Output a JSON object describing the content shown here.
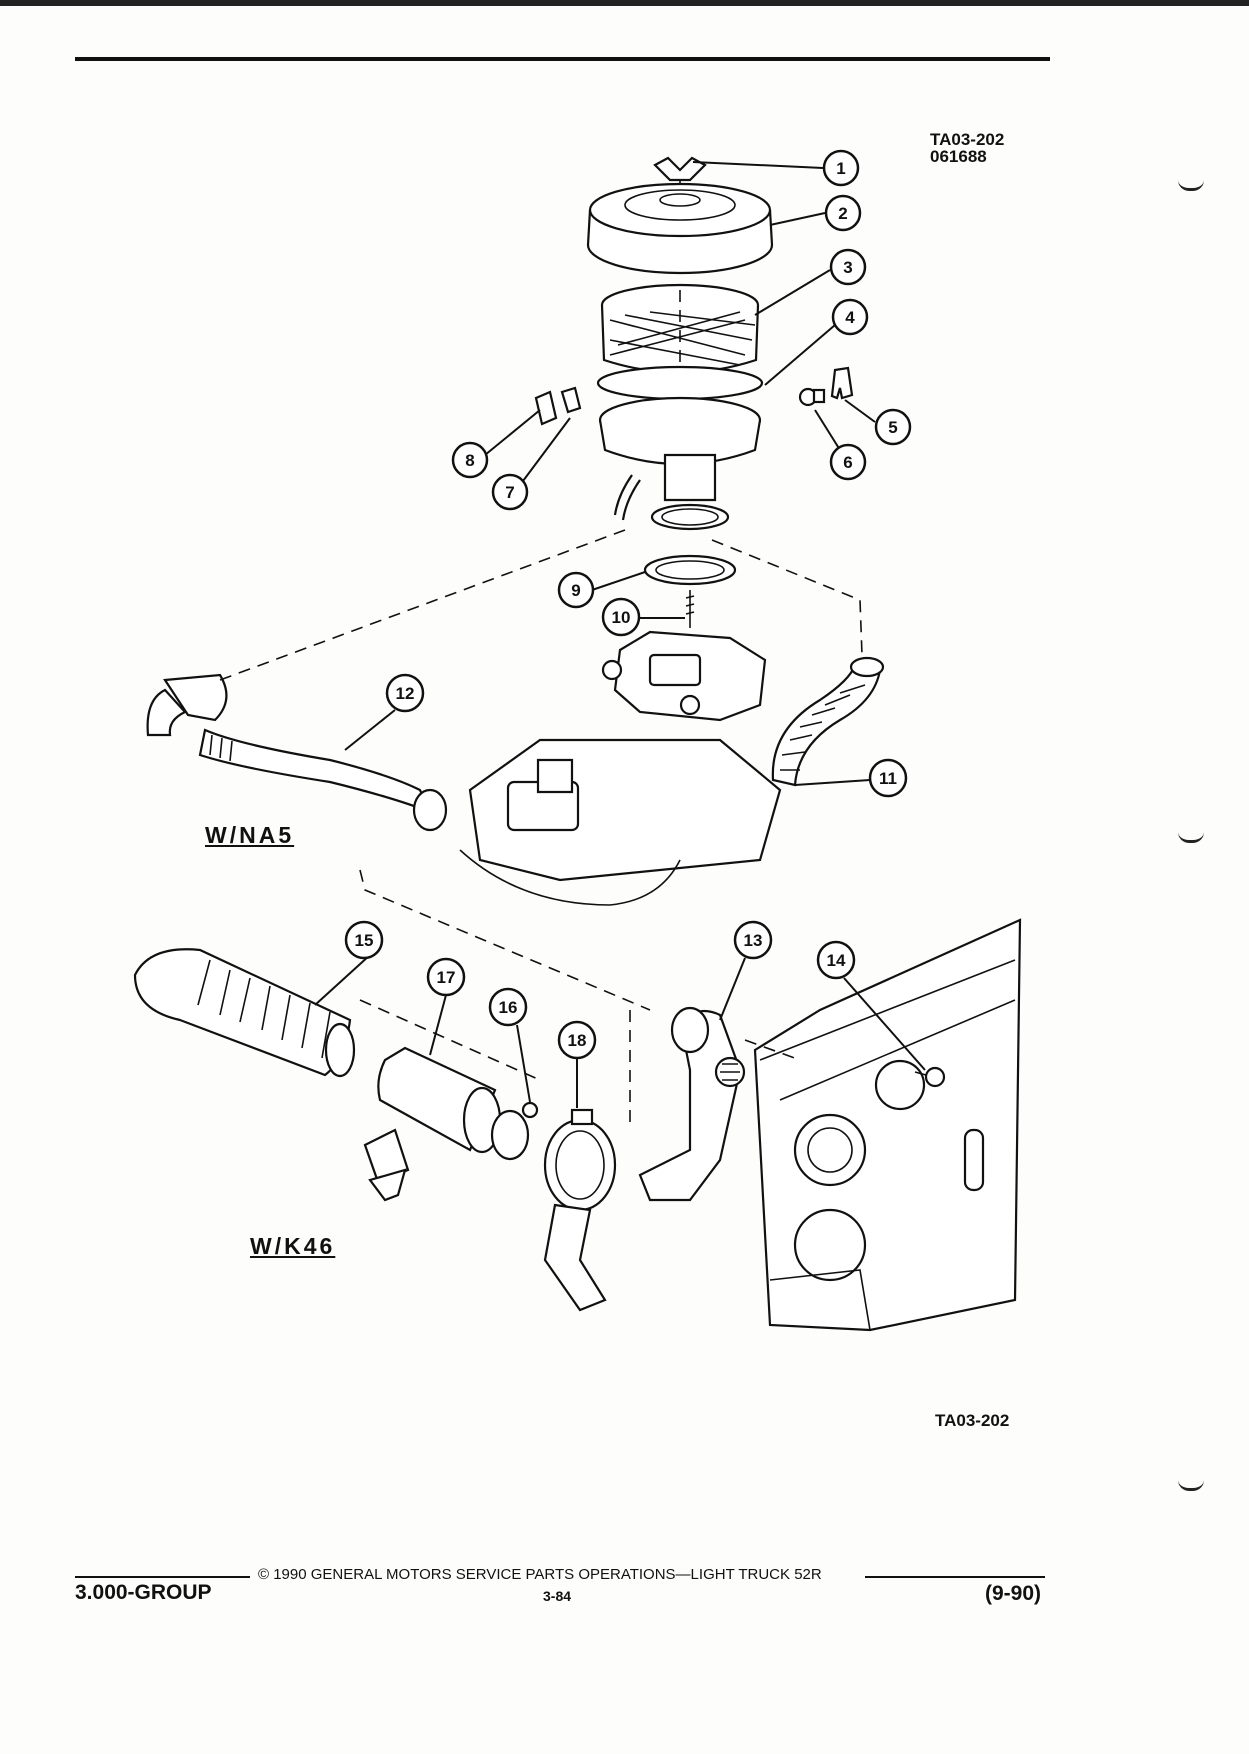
{
  "header": {
    "ref_code": "TA03-202",
    "ref_date": "061688"
  },
  "diagram": {
    "callouts": [
      "1",
      "2",
      "3",
      "4",
      "5",
      "6",
      "7",
      "8",
      "9",
      "10",
      "11",
      "12",
      "13",
      "14",
      "15",
      "16",
      "17",
      "18"
    ],
    "variant_na5": "W/NA5",
    "variant_k46": "W/K46",
    "figure_ref": "TA03-202"
  },
  "footer": {
    "group": "3.000-GROUP",
    "copyright": "© 1990 GENERAL MOTORS SERVICE PARTS OPERATIONS—LIGHT TRUCK 52R",
    "page": "3-84",
    "date": "(9-90)"
  }
}
